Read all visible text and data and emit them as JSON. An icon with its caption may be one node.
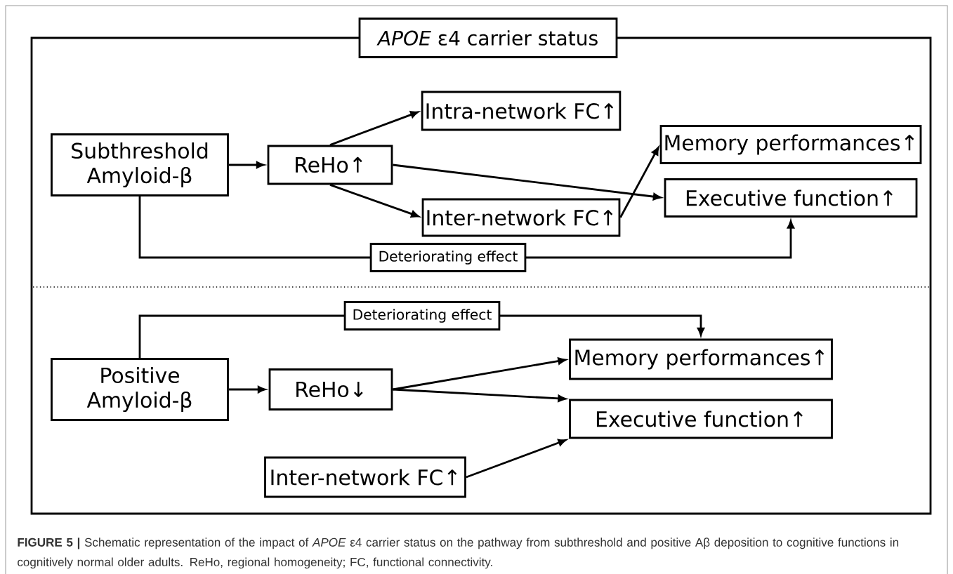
{
  "diagram": {
    "caption": "**FIGURE 5 |** Schematic representation of the impact of *APOE* ε4 carrier status on the pathway from subthreshold and positive Aβ deposition to cognitive functions in cognitively normal older adults. ReHo, regional homogeneity; FC, functional connectivity.",
    "nodes": [
      {
        "text": [
          "*APOE* ε4 carrier status"
        ]
      },
      {
        "text": [
          "Subthreshold Amyloid-β"
        ],
        "in": 0
      },
      {
        "text": [
          "ReHo↑"
        ],
        "in": 0
      },
      {
        "text": [
          "Intra-network FC↑"
        ],
        "in": 0
      },
      {
        "text": [
          "Inter-network FC↑"
        ],
        "in": 0
      },
      {
        "text": [
          "Memory performances↑"
        ],
        "in": 0
      },
      {
        "text": [
          "Executive function↑"
        ],
        "in": 0
      },
      {
        "text": [
          "Positive Amyloid-β"
        ],
        "in": 0
      },
      {
        "text": [
          "ReHo↓"
        ],
        "in": 0
      },
      {
        "text": [
          "Memory performances↑"
        ],
        "in": 0
      },
      {
        "text": [
          "Executive function↑"
        ],
        "in": 0
      },
      {
        "text": [
          "Inter-network FC↑"
        ],
        "in": 0
      }
    ],
    "edges": [
      {
        "from": 1,
        "to": 2,
        "arrow": "to"
      },
      {
        "from": 2,
        "to": 3,
        "arrow": "to"
      },
      {
        "from": 2,
        "to": 4,
        "arrow": "to"
      },
      {
        "from": 2,
        "to": 6,
        "arrow": "to"
      },
      {
        "from": 4,
        "to": 5,
        "arrow": "to"
      },
      {
        "from": 1,
        "to": 6,
        "arrow": "to",
        "label": "Deteriorating effect"
      },
      {
        "from": 7,
        "to": 9,
        "arrow": "to",
        "label": "Deteriorating effect"
      },
      {
        "from": 7,
        "to": 8,
        "arrow": "to"
      },
      {
        "from": 8,
        "to": 9,
        "arrow": "to"
      },
      {
        "from": 8,
        "to": 10,
        "arrow": "to"
      },
      {
        "from": 11,
        "to": 10,
        "arrow": "to"
      }
    ]
  }
}
